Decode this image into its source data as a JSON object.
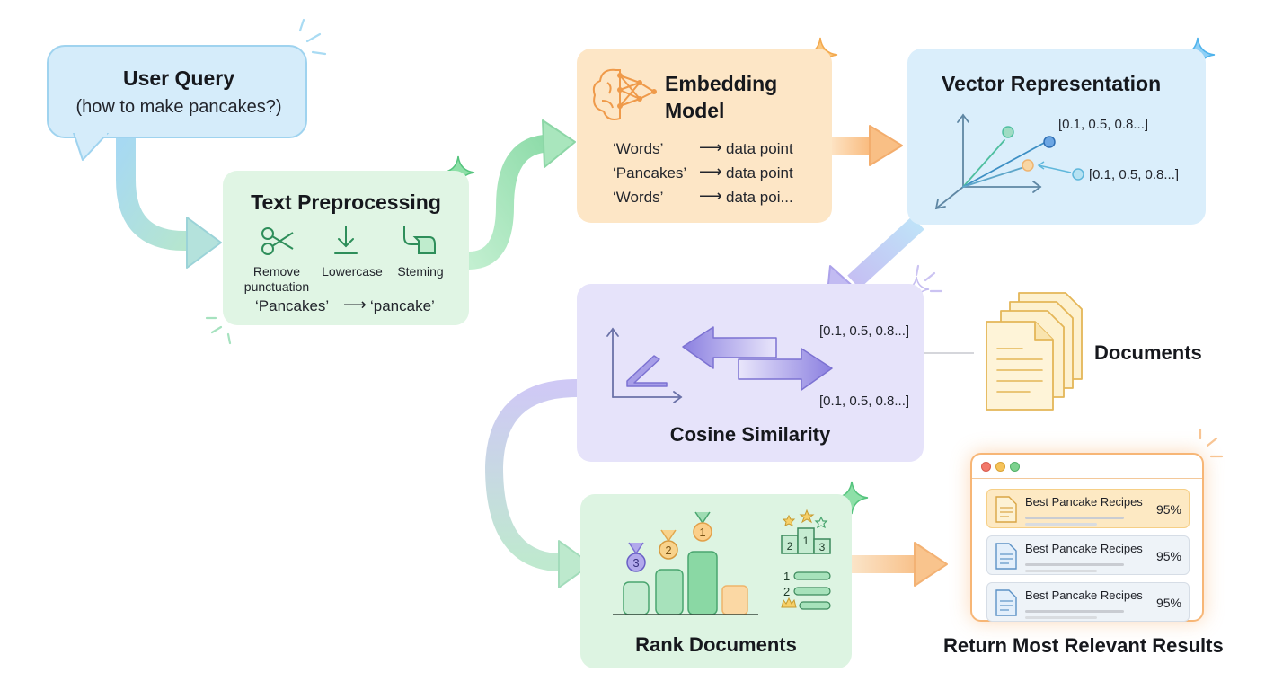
{
  "user_query": {
    "title": "User Query",
    "query": "(how to make pancakes?)"
  },
  "text_preprocessing": {
    "title": "Text Preprocessing",
    "steps": [
      "Remove punctuation",
      "Lowercase",
      "Steming"
    ],
    "step1_line1": "Remove",
    "step1_line2": "punctuation",
    "example_input": "‘Pancakes’",
    "example_output": "‘pancake’"
  },
  "embedding_model": {
    "title_line1": "Embedding",
    "title_line2": "Model",
    "rows": [
      {
        "token": "‘Words’",
        "result": "data point"
      },
      {
        "token": "‘Pancakes’",
        "result": "data point"
      },
      {
        "token": "‘Words’",
        "result": "data poi..."
      }
    ]
  },
  "vector_representation": {
    "title": "Vector Representation",
    "vector_a": "[0.1, 0.5, 0.8...]",
    "vector_b": "[0.1, 0.5, 0.8...]"
  },
  "cosine_similarity": {
    "title": "Cosine Similarity",
    "vector_a": "[0.1, 0.5, 0.8...]",
    "vector_b": "[0.1, 0.5, 0.8...]"
  },
  "documents": {
    "label": "Documents"
  },
  "rank_documents": {
    "title": "Rank Documents",
    "medals": [
      "3",
      "2",
      "1"
    ],
    "podium": [
      "2",
      "1",
      "3"
    ],
    "list": [
      "1",
      "2"
    ]
  },
  "results": {
    "caption": "Return Most Relevant Results",
    "items": [
      {
        "title": "Best Pancake Recipes",
        "score": "95%"
      },
      {
        "title": "Best Pancake Recipes",
        "score": "95%"
      },
      {
        "title": "Best Pancake Recipes",
        "score": "95%"
      }
    ]
  },
  "colors": {
    "query_blue": "#d5ecfa",
    "preprocess_green": "#e0f5e4",
    "embedding_orange": "#fde6c6",
    "vector_blue": "#daeefb",
    "cosine_purple": "#e6e3fa",
    "rank_green": "#ddf4e2",
    "result_orange": "#f7b676"
  },
  "icons": [
    "scissors-icon",
    "lowercase-arrow-icon",
    "stemming-icon",
    "brain-network-icon",
    "axes-icon",
    "angle-icon",
    "double-arrow-icon",
    "document-stack-icon",
    "medal-icon",
    "podium-icon",
    "browser-window-icon",
    "sparkle-icon"
  ]
}
